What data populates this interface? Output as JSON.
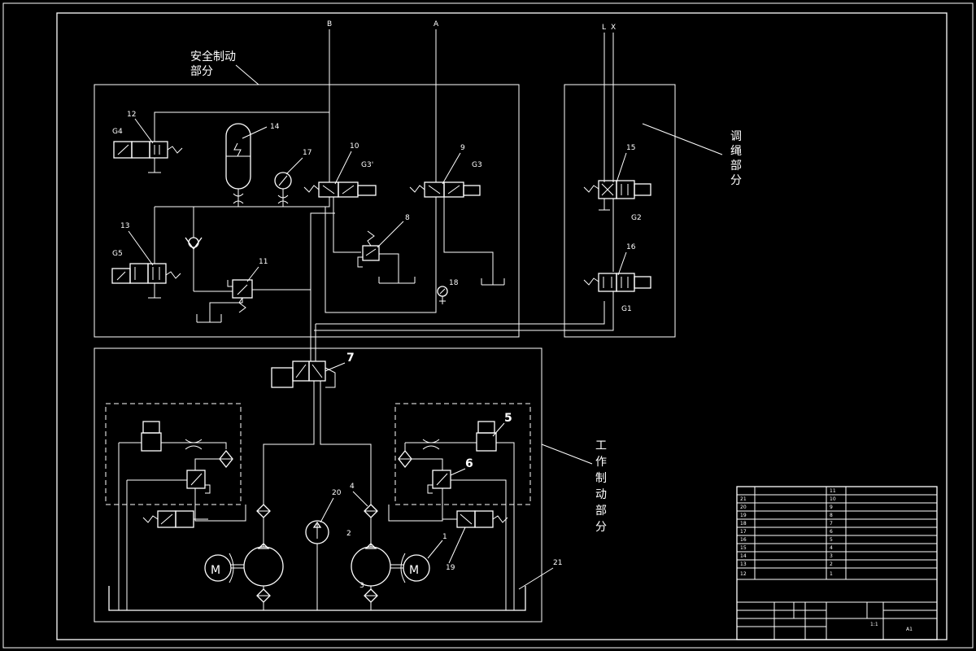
{
  "ports": {
    "B": "B",
    "A": "A",
    "L": "L",
    "X": "X"
  },
  "sections": {
    "safety_brake": [
      "安全制动",
      "部分"
    ],
    "rope_adjust": [
      "调",
      "绳",
      "部",
      "分"
    ],
    "work_brake": [
      "工",
      "作",
      "制",
      "动",
      "部",
      "分"
    ]
  },
  "valve_labels": {
    "G1": "G1",
    "G2": "G2",
    "G3": "G3",
    "G3p": "G3'",
    "G4": "G4",
    "G5": "G5"
  },
  "numbers": {
    "n1": "1",
    "n2": "2",
    "n3": "3",
    "n4": "4",
    "n5": "5",
    "n6": "6",
    "n7": "7",
    "n8": "8",
    "n9": "9",
    "n10": "10",
    "n11": "11",
    "n12": "12",
    "n13": "13",
    "n14": "14",
    "n15": "15",
    "n16": "16",
    "n17": "17",
    "n18": "18",
    "n19": "19",
    "n20": "20",
    "n21": "21"
  },
  "motor_symbol": "M",
  "title_block": {
    "parts_left_nums": [
      "21",
      "20",
      "19",
      "18",
      "17",
      "16",
      "15",
      "14",
      "13",
      "12"
    ],
    "parts_right_nums": [
      "11",
      "10",
      "9",
      "8",
      "7",
      "6",
      "5",
      "4",
      "3",
      "2",
      "1"
    ],
    "scale": "1:1",
    "sheet": "A1"
  }
}
